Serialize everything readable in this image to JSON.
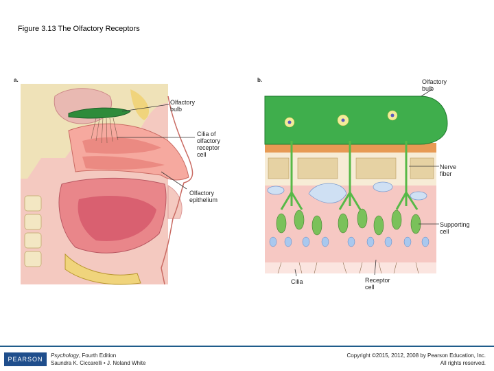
{
  "title": "Figure 3.13 The Olfactory Receptors",
  "panel_a": {
    "letter": "a.",
    "labels": {
      "bulb": "Olfactory\nbulb",
      "cilia": "Cilia of\nolfactory\nreceptor\ncell",
      "epithelium": "Olfactory\nepithelium"
    }
  },
  "panel_b": {
    "letter": "b.",
    "labels": {
      "bulb": "Olfactory\nbulb",
      "nerve": "Nerve\nfiber",
      "supporting": "Supporting\ncell",
      "cilia": "Cilia",
      "receptor": "Receptor\ncell"
    }
  },
  "footer": {
    "logo": "PEARSON",
    "book_title": "Psychology",
    "book_edition": ", Fourth Edition",
    "authors": "Saundra K. Ciccarelli • J. Noland White",
    "copyright_line1": "Copyright ©2015, 2012, 2008 by Pearson Education, Inc.",
    "copyright_line2": "All rights reserved."
  },
  "colors": {
    "brand": "#1f4e8c",
    "footer_rule": "#1f5c8b",
    "bulb_green": "#3aa63a",
    "tissue_pink": "#f3b3ad",
    "bone": "#e8d9a8"
  }
}
